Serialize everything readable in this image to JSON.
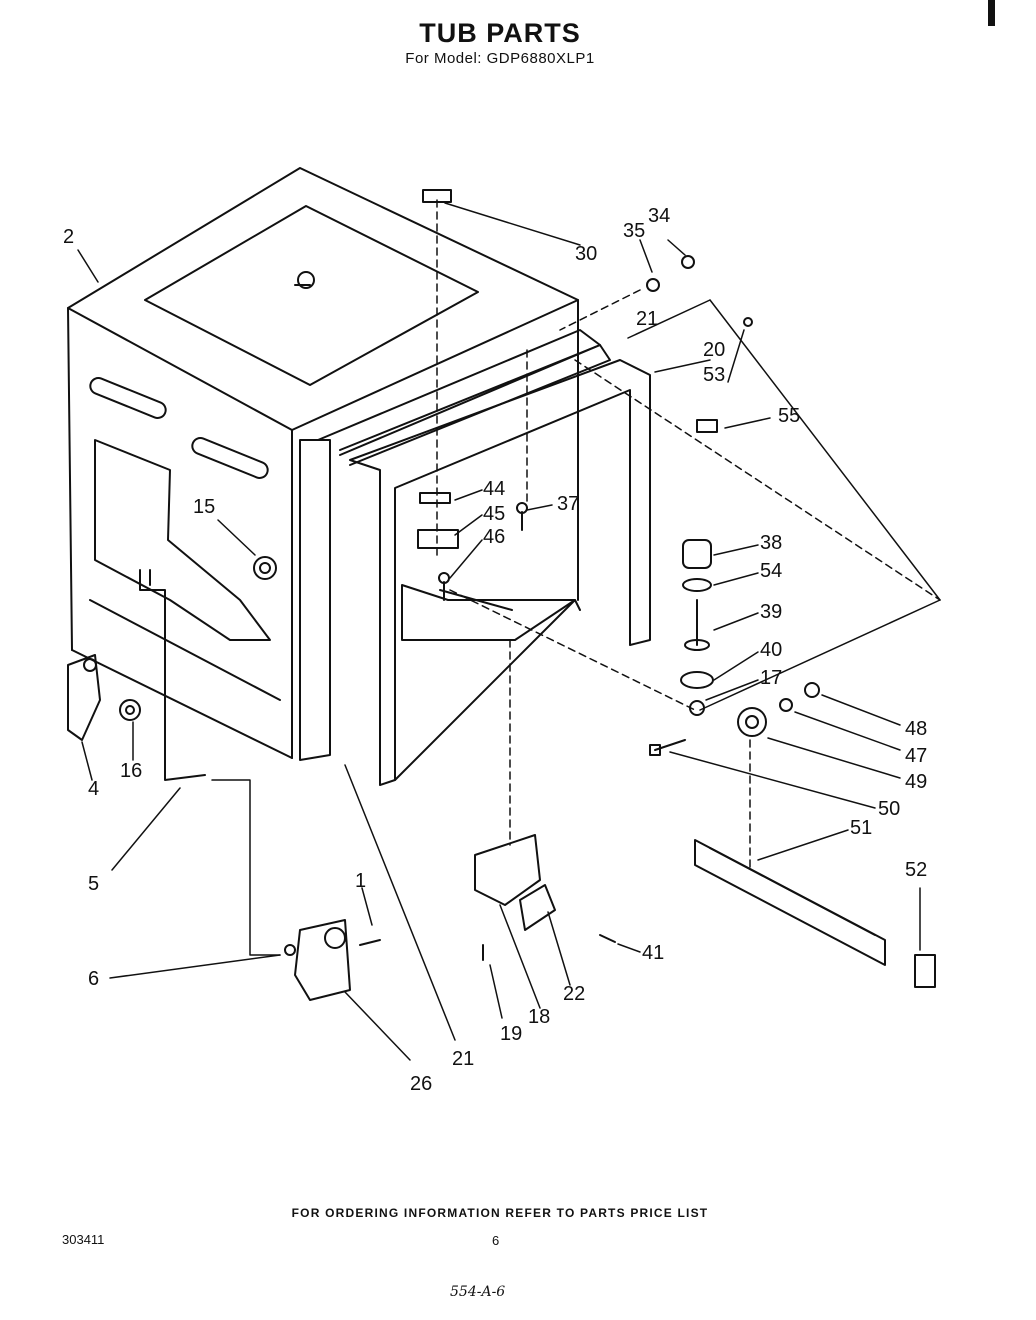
{
  "header": {
    "title": "TUB PARTS",
    "subtitle": "For Model: GDP6880XLP1"
  },
  "diagram": {
    "callouts": {
      "c1": "1",
      "c2": "2",
      "c4": "4",
      "c5": "5",
      "c6": "6",
      "c15": "15",
      "c16": "16",
      "c17": "17",
      "c18": "18",
      "c19": "19",
      "c20": "20",
      "c21a": "21",
      "c21b": "21",
      "c22": "22",
      "c26": "26",
      "c30": "30",
      "c34": "34",
      "c35": "35",
      "c37": "37",
      "c38": "38",
      "c39": "39",
      "c40": "40",
      "c41": "41",
      "c44": "44",
      "c45": "45",
      "c46": "46",
      "c47": "47",
      "c48": "48",
      "c49": "49",
      "c50": "50",
      "c51": "51",
      "c52": "52",
      "c53": "53",
      "c54": "54",
      "c55": "55"
    }
  },
  "footer": {
    "note": "FOR ORDERING INFORMATION REFER TO PARTS PRICE LIST",
    "doc_number": "303411",
    "page_number": "6",
    "handwritten": "554-A-6"
  }
}
